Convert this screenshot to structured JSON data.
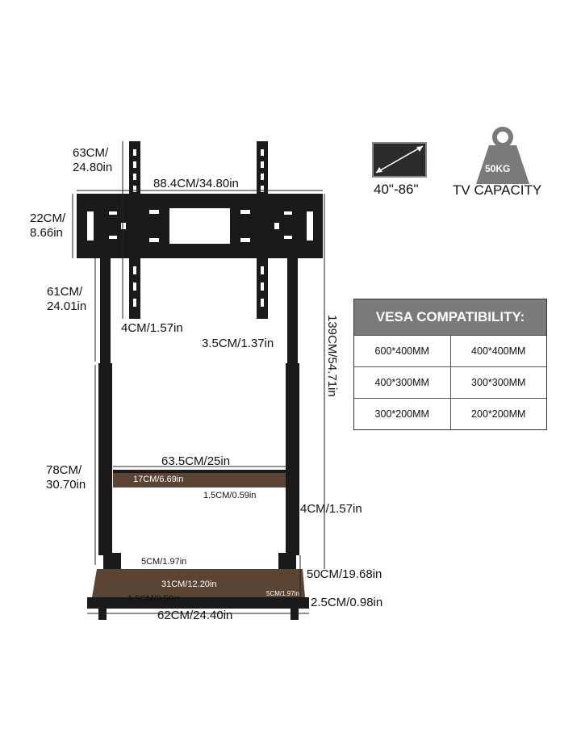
{
  "dims": {
    "top_height": "63CM/\n24.80in",
    "mount_width": "88.4CM/34.80in",
    "mount_height": "22CM/\n8.66in",
    "upper_pole": "61CM/\n24.01in",
    "arm_width": "4CM/1.57in",
    "pole_gap": "3.5CM/1.37in",
    "total_height": "139CM/54.71in",
    "lower_height": "78CM/\n30.70in",
    "shelf_width": "63.5CM/25in",
    "shelf_depth": "17CM/6.69in",
    "shelf_thickness": "1.5CM/0.59in",
    "pole_width": "4CM/1.57in",
    "base_post": "5CM/1.97in",
    "base_shelf": "31CM/12.20in",
    "base_side": "5CM/1.97in",
    "base_thickness": "1.5CM/0.59in",
    "base_height": "50CM/19.68in",
    "base_foot": "2.5CM/0.98in",
    "base_width": "62CM/24.40in"
  },
  "screen": {
    "range": "40\"-86\""
  },
  "capacity": {
    "weight": "50KG",
    "label": "TV CAPACITY"
  },
  "vesa": {
    "title": "VESA COMPATIBILITY:",
    "rows": [
      [
        "600*400MM",
        "400*400MM"
      ],
      [
        "400*300MM",
        "300*300MM"
      ],
      [
        "300*200MM",
        "200*200MM"
      ]
    ]
  }
}
